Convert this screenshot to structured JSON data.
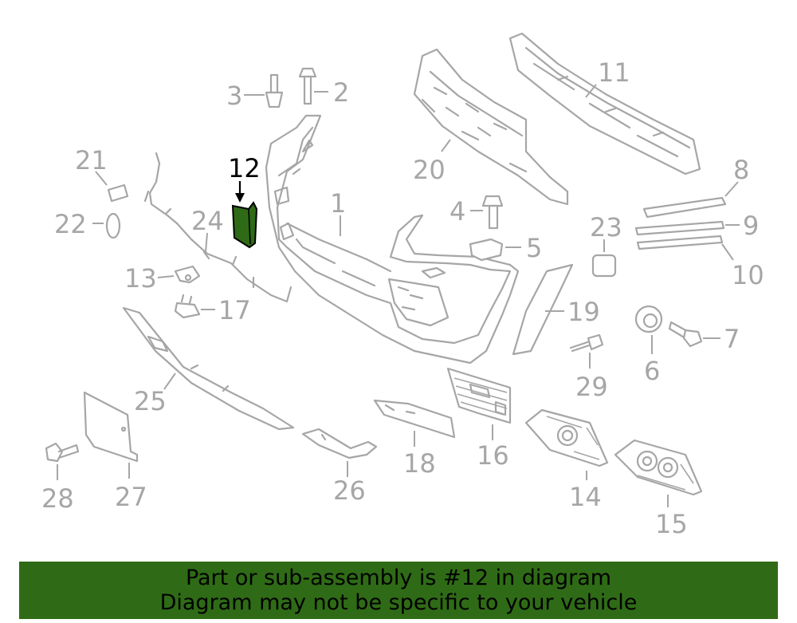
{
  "diagram": {
    "highlighted_part": "12",
    "highlight_color": "#2f6b16",
    "line_color": "#a6a6a6",
    "labels": {
      "p1": "1",
      "p2": "2",
      "p3": "3",
      "p4": "4",
      "p5": "5",
      "p6": "6",
      "p7": "7",
      "p8": "8",
      "p9": "9",
      "p10": "10",
      "p11": "11",
      "p12": "12",
      "p13": "13",
      "p14": "14",
      "p15": "15",
      "p16": "16",
      "p17": "17",
      "p18": "18",
      "p19": "19",
      "p20": "20",
      "p21": "21",
      "p22": "22",
      "p23": "23",
      "p24": "24",
      "p25": "25",
      "p26": "26",
      "p27": "27",
      "p28": "28",
      "p29": "29"
    }
  },
  "banner": {
    "line1": "Part or sub-assembly is #12 in diagram",
    "line2": "Diagram may not be specific to your vehicle",
    "background": "#2f6b16"
  }
}
